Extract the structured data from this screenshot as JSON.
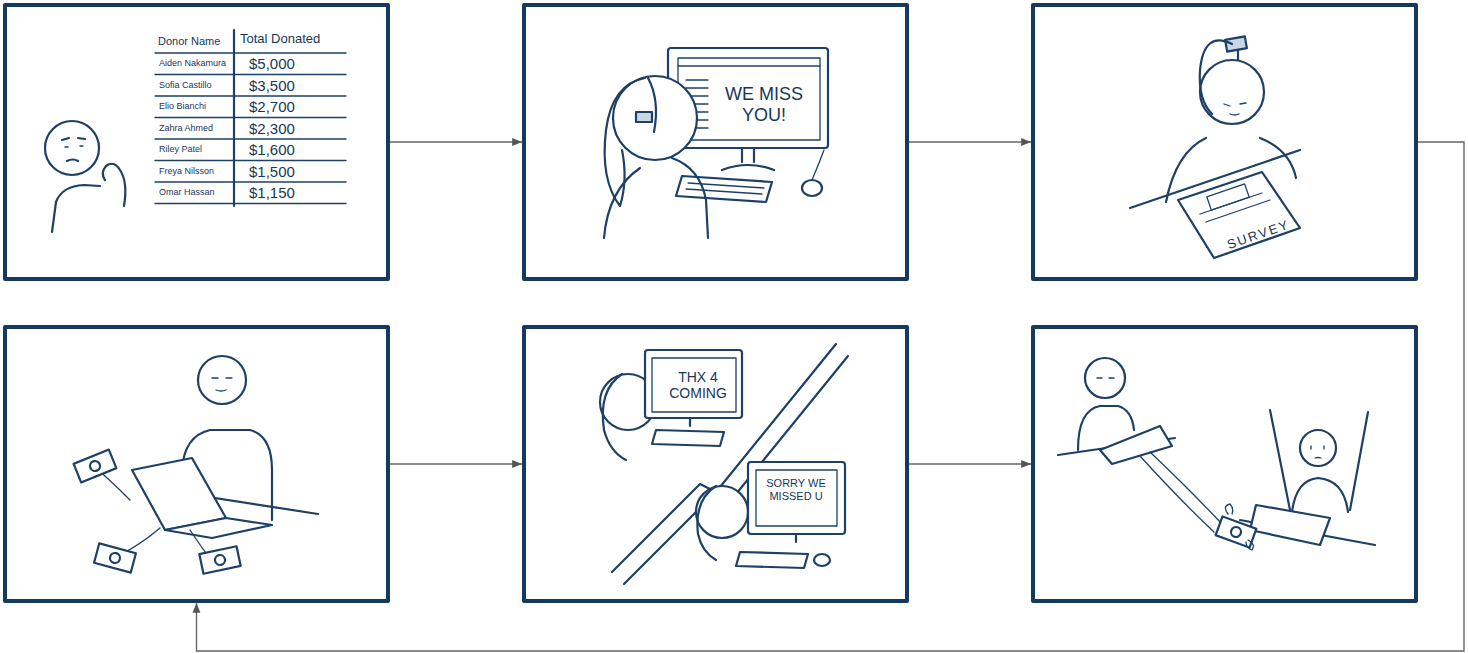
{
  "diagram": {
    "nodes": [
      {
        "text": []
      },
      {
        "text": [
          "WE MISS YOU!"
        ]
      },
      {
        "text": [
          "SURVEY"
        ]
      },
      {
        "text": []
      },
      {
        "text": [
          "THX 4 COMING",
          "SORRY WE MISSED U"
        ]
      },
      {
        "text": []
      }
    ],
    "edges": [
      {
        "from": 0,
        "to": 1,
        "arrow": "to"
      },
      {
        "from": 1,
        "to": 2,
        "arrow": "to"
      },
      {
        "from": 2,
        "to": 3,
        "arrow": "to"
      },
      {
        "from": 3,
        "to": 4,
        "arrow": "to"
      },
      {
        "from": 4,
        "to": 5,
        "arrow": "to"
      }
    ],
    "labels": [
      "Donor Name",
      "Total Donated",
      "Aiden Nakamura",
      "$5,000",
      "Sofia Castillo",
      "$3,500",
      "Elio Bianchi",
      "$2,700",
      "Zahra Ahmed",
      "$2,300",
      "Riley Patel",
      "$1,600",
      "Freya Nilsson",
      "$1,500",
      "Omar Hassan",
      "$1,150"
    ]
  }
}
